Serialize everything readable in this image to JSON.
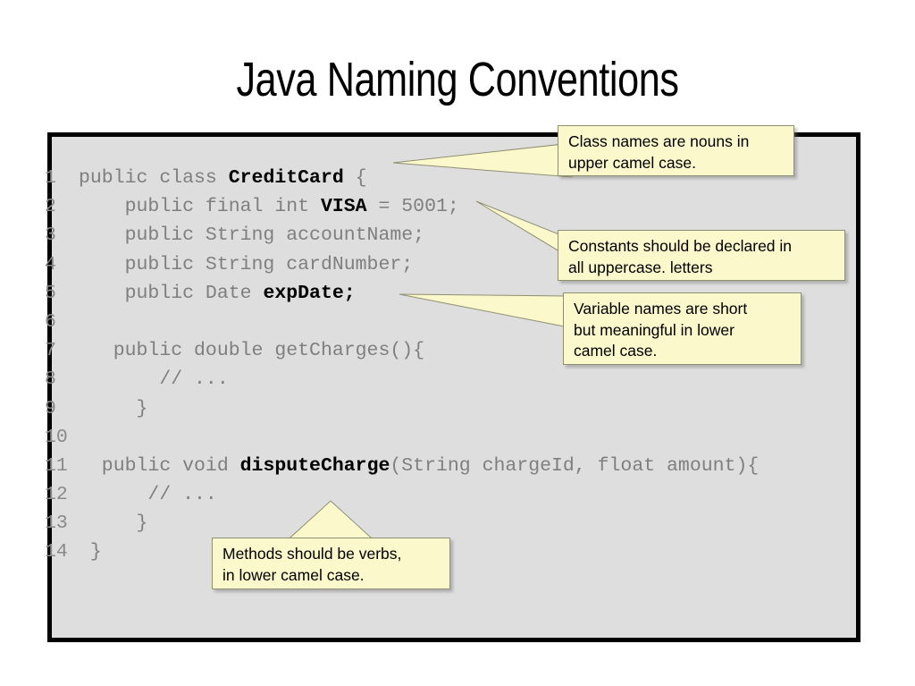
{
  "slide": {
    "title": "Java Naming Conventions"
  },
  "code": {
    "lines": [
      {
        "num": "1",
        "indent": 0,
        "segments": [
          {
            "text": "public class ",
            "bold": false
          },
          {
            "text": "CreditCard",
            "bold": true
          },
          {
            "text": " {",
            "bold": false
          }
        ]
      },
      {
        "num": "2",
        "indent": 0,
        "segments": [
          {
            "text": "    public final int ",
            "bold": false
          },
          {
            "text": "VISA",
            "bold": true
          },
          {
            "text": " = 5001;",
            "bold": false
          }
        ]
      },
      {
        "num": "3",
        "indent": 0,
        "segments": [
          {
            "text": "    public String accountName;",
            "bold": false
          }
        ]
      },
      {
        "num": "4",
        "indent": 0,
        "segments": [
          {
            "text": "    public String cardNumber;",
            "bold": false
          }
        ]
      },
      {
        "num": "5",
        "indent": 0,
        "segments": [
          {
            "text": "    public Date ",
            "bold": false
          },
          {
            "text": "expDate;",
            "bold": true
          }
        ]
      },
      {
        "num": "6",
        "indent": 0,
        "segments": [
          {
            "text": "",
            "bold": false
          }
        ]
      },
      {
        "num": "7",
        "indent": 0,
        "segments": [
          {
            "text": "   public double getCharges(){",
            "bold": false
          }
        ]
      },
      {
        "num": "8",
        "indent": 0,
        "segments": [
          {
            "text": "       // ...",
            "bold": false
          }
        ]
      },
      {
        "num": "9",
        "indent": 0,
        "segments": [
          {
            "text": "     }",
            "bold": false
          }
        ]
      },
      {
        "num": "10",
        "indent": 0,
        "segments": [
          {
            "text": "",
            "bold": false
          }
        ]
      },
      {
        "num": "11",
        "indent": 0,
        "segments": [
          {
            "text": "  public void ",
            "bold": false
          },
          {
            "text": "disputeCharge",
            "bold": true
          },
          {
            "text": "(String chargeId, float amount){",
            "bold": false
          }
        ]
      },
      {
        "num": "12",
        "indent": 0,
        "segments": [
          {
            "text": "      // ...",
            "bold": false
          }
        ]
      },
      {
        "num": "13",
        "indent": 0,
        "segments": [
          {
            "text": "     }",
            "bold": false
          }
        ]
      },
      {
        "num": "14",
        "indent": 0,
        "segments": [
          {
            "text": " }",
            "bold": false
          }
        ]
      }
    ]
  },
  "callouts": {
    "class_names": {
      "line1": "Class names are nouns in",
      "line2": "upper camel case.",
      "line3": ""
    },
    "constants": {
      "line1": "Constants should be declared in",
      "line2": "all uppercase. letters",
      "line3": ""
    },
    "variables": {
      "line1": "Variable names are short",
      "line2": "but meaningful in lower",
      "line3": "camel case."
    },
    "methods": {
      "line1": "Methods should be verbs,",
      "line2": "in lower camel case.",
      "line3": ""
    }
  },
  "colors": {
    "panel_background": "#dededf",
    "panel_border": "#000000",
    "callout_fill": "#fbf8cc",
    "callout_border": "#8f8f73",
    "code_text": "#7f7f7f",
    "code_bold_text": "#000000",
    "line_number": "#8a8a8a",
    "title_text": "#000000"
  }
}
